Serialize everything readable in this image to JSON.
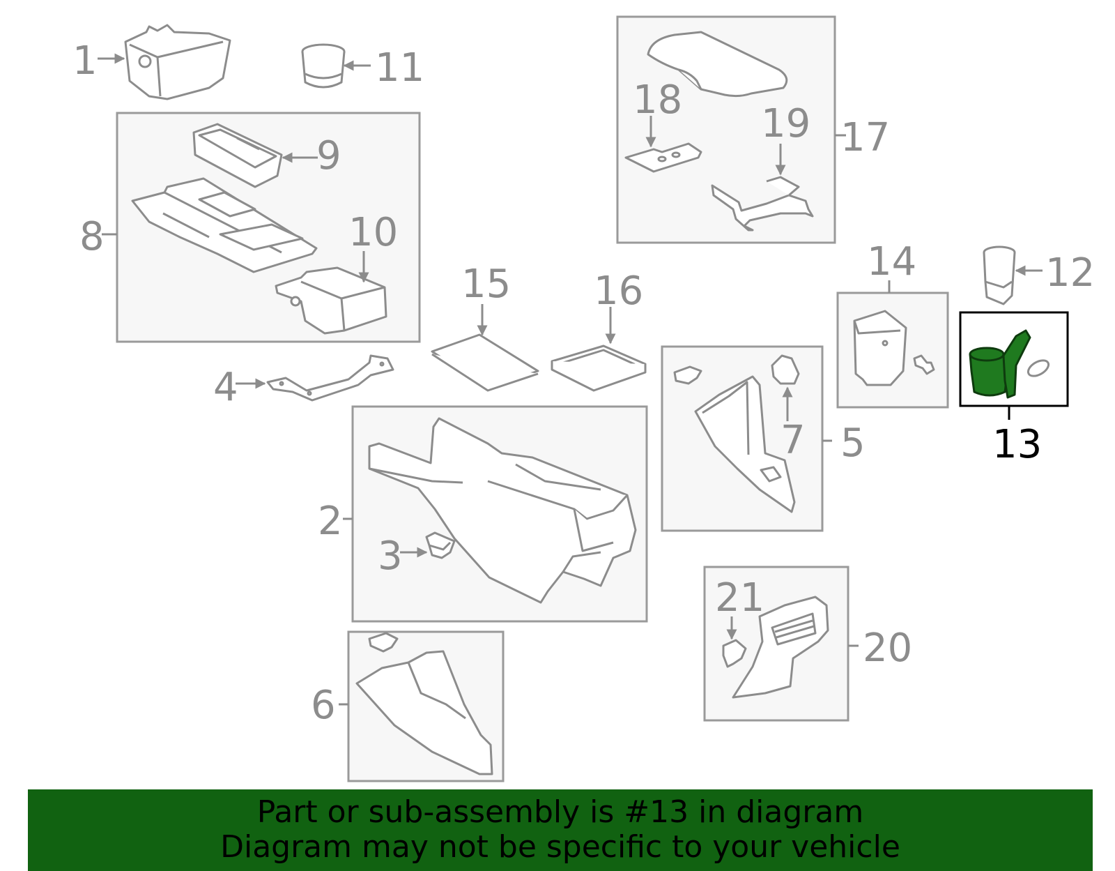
{
  "colors": {
    "banner_bg": "#116211",
    "highlight_part": "#1f7a1f",
    "line_gray": "#8c8c8c"
  },
  "callouts": {
    "c1": "1",
    "c2": "2",
    "c3": "3",
    "c4": "4",
    "c5": "5",
    "c6": "6",
    "c7": "7",
    "c8": "8",
    "c9": "9",
    "c10": "10",
    "c11": "11",
    "c12": "12",
    "c13": "13",
    "c14": "14",
    "c15": "15",
    "c16": "16",
    "c17": "17",
    "c18": "18",
    "c19": "19",
    "c20": "20",
    "c21": "21"
  },
  "highlighted_part": "13",
  "banner": {
    "line1": "Part or sub-assembly is #13 in diagram",
    "line2": "Diagram may not be specific to your vehicle"
  }
}
